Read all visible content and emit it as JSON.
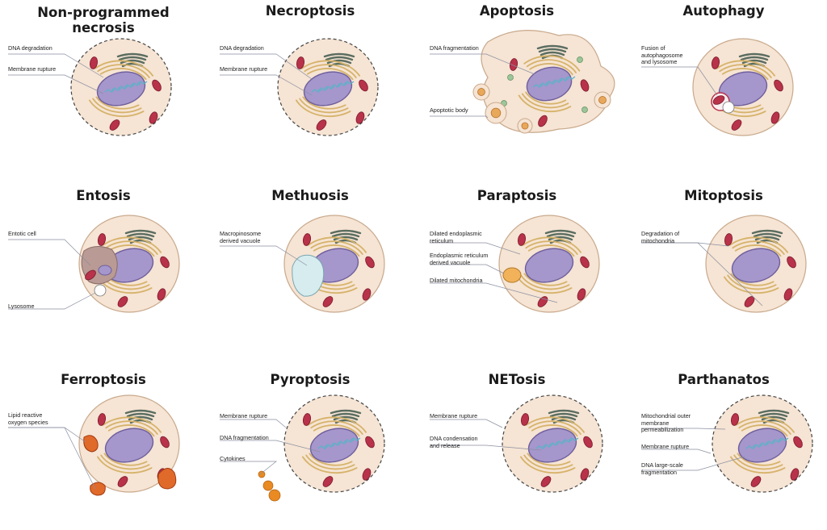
{
  "colors": {
    "cytoplasm": "#f6e4d4",
    "membrane": "#c8a98c",
    "nucleus": "#a596cc",
    "nucleus_edge": "#6e5f9c",
    "mitochondria": "#b8324a",
    "golgi": "#5a6d60",
    "er": "#d6b36a",
    "lipid_ros": "#e06a2a",
    "vacuole": "#d6ecef",
    "cytokine": "#e98a22",
    "dna": "#5ab3c8",
    "lysosome": "#ffffff"
  },
  "panels": [
    {
      "title": "Non-programmed\nnecrosis",
      "labels": [
        "DNA degradation",
        "Membrane rupture"
      ]
    },
    {
      "title": "Necroptosis",
      "labels": [
        "DNA degradation",
        "Membrane rupture"
      ]
    },
    {
      "title": "Apoptosis",
      "labels": [
        "DNA fragmentation",
        "Apoptotic body"
      ]
    },
    {
      "title": "Autophagy",
      "labels": [
        "Fusion of\nautophagosome\nand lysosome"
      ]
    },
    {
      "title": "Entosis",
      "labels": [
        "Entotic cell",
        "Lysosome"
      ]
    },
    {
      "title": "Methuosis",
      "labels": [
        "Macropinosome\nderived vacuole"
      ]
    },
    {
      "title": "Paraptosis",
      "labels": [
        "Dilated endoplasmic\nreticulum",
        "Endoplasmic reticulum\nderived vacuole",
        "Dilated mitochondria"
      ]
    },
    {
      "title": "Mitoptosis",
      "labels": [
        "Degradation of\nmitochondria"
      ]
    },
    {
      "title": "Ferroptosis",
      "labels": [
        "Lipid reactive\noxygen species"
      ]
    },
    {
      "title": "Pyroptosis",
      "labels": [
        "Membrane rupture",
        "DNA fragmentation",
        "Cytokines"
      ]
    },
    {
      "title": "NETosis",
      "labels": [
        "Membrane rupture",
        "DNA condensation\nand release"
      ]
    },
    {
      "title": "Parthanatos",
      "labels": [
        "Mitochondrial outer\nmembrane\npermeabilization",
        "Membrane rupture",
        "DNA large-scale\nfragmentation"
      ]
    }
  ]
}
